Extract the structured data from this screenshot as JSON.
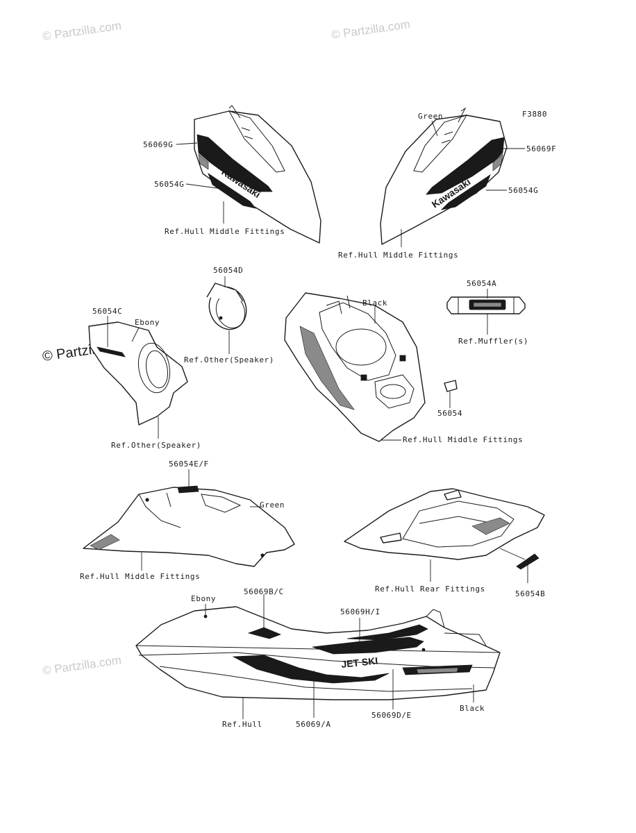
{
  "watermark": "© Partzilla.com",
  "figure_code": "F3880",
  "logo_text": "Kawasaki",
  "jetski_text": "JET SKI",
  "labels": {
    "l56069G": "56069G",
    "l56054G_left": "56054G",
    "ref_hull_middle_1": "Ref.Hull Middle Fittings",
    "green_top": "Green",
    "l56069F": "56069F",
    "l56054G_right": "56054G",
    "ref_hull_middle_2": "Ref.Hull Middle Fittings",
    "l56054D": "56054D",
    "ref_other_speaker_1": "Ref.Other(Speaker)",
    "l56054C": "56054C",
    "ebony_speaker": "Ebony",
    "ref_other_speaker_2": "Ref.Other(Speaker)",
    "black_mid": "Black",
    "l56054A": "56054A",
    "ref_mufflers": "Ref.Muffler(s)",
    "l56054": "56054",
    "ref_hull_middle_3": "Ref.Hull Middle Fittings",
    "l56054EF": "56054E/F",
    "green_deck": "Green",
    "ref_hull_middle_4": "Ref.Hull Middle Fittings",
    "ref_hull_rear": "Ref.Hull Rear Fittings",
    "l56054B": "56054B",
    "ebony_hull": "Ebony",
    "l56069BC": "56069B/C",
    "l56069HI": "56069H/I",
    "black_hull": "Black",
    "ref_hull": "Ref.Hull",
    "l56069A": "56069/A",
    "l56069DE": "56069D/E"
  }
}
